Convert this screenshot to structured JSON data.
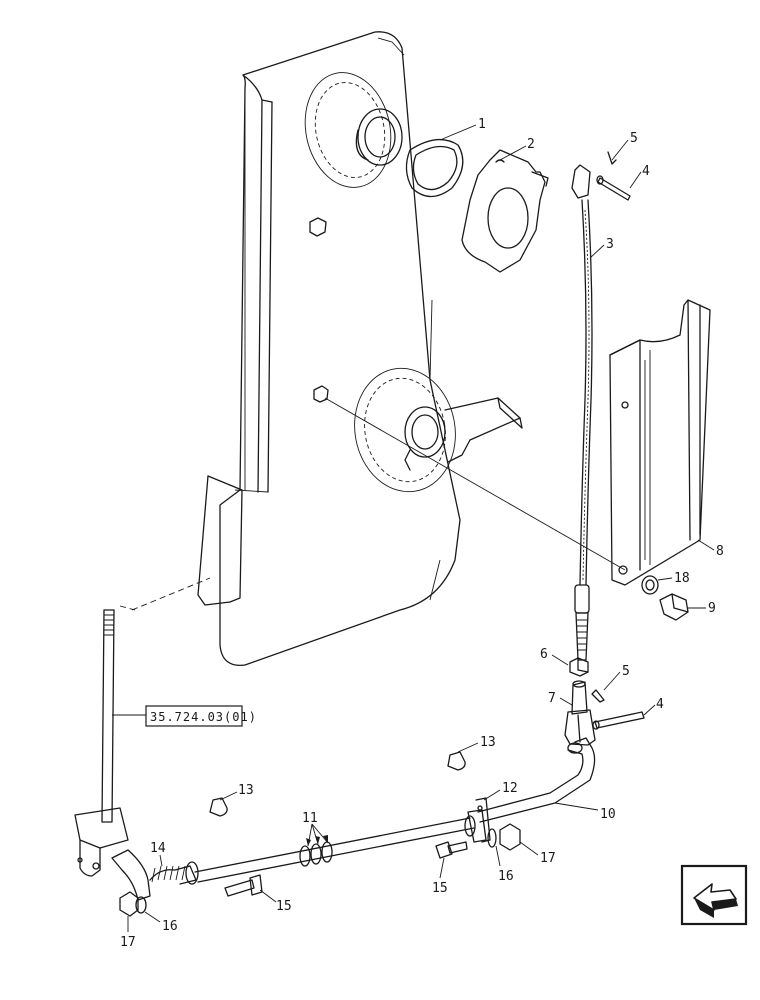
{
  "callouts": [
    "1",
    "2",
    "3",
    "4",
    "5",
    "6",
    "7",
    "8",
    "9",
    "10",
    "11",
    "12",
    "13",
    "14",
    "15",
    "16",
    "17",
    "18"
  ],
  "labels": {
    "c1": "1",
    "c2": "2",
    "c3": "3",
    "c4a": "4",
    "c5a": "5",
    "c8": "8",
    "c18": "18",
    "c9": "9",
    "c6": "6",
    "c5b": "5",
    "c7": "7",
    "c4b": "4",
    "c13a": "13",
    "c13b": "13",
    "c12": "12",
    "c10": "10",
    "c11": "11",
    "c14": "14",
    "c15a": "15",
    "c15b": "15",
    "c16a": "16",
    "c16b": "16",
    "c17a": "17",
    "c17b": "17"
  },
  "reference_box": "35.724.03(01)",
  "icons": {
    "nav": "arrow-back-icon"
  }
}
